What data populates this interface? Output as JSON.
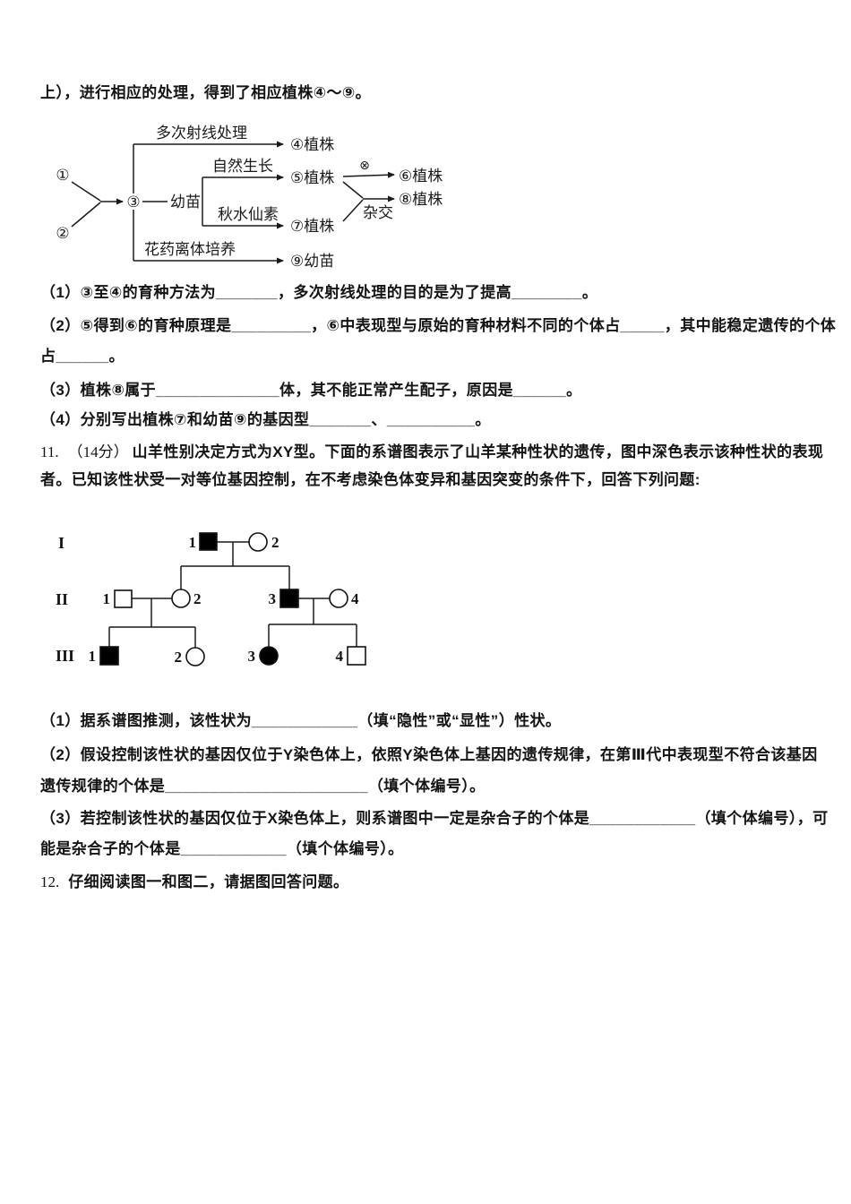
{
  "page": {
    "background": "#ffffff",
    "text_color": "#141414"
  },
  "intro_line": "上），进行相应的处理，得到了相应植株④～⑨。",
  "breeding_diagram": {
    "parents": {
      "p1": "①",
      "p2": "②",
      "p3": "③"
    },
    "seedling_label": "幼苗",
    "branch_labels": {
      "ray_treatment": "多次射线处理",
      "natural_growth": "自然生长",
      "colchicine": "秋水仙素",
      "anther_culture": "花药离体培养",
      "self_pollination_symbol": "⊗",
      "hybridize": "杂交"
    },
    "products": {
      "p4": "④植株",
      "p5": "⑤植株",
      "p6": "⑥植株",
      "p7": "⑦植株",
      "p8": "⑧植株",
      "p9": "⑨幼苗"
    }
  },
  "q10": {
    "part1": "（1）③至④的育种方法为_______，多次射线处理的目的是为了提高________。",
    "part2_line1": "（2）⑤得到⑥的育种原理是_________，⑥中表现型与原始的育种材料不同的个体占_____，其中能稳定遗传的个体",
    "part2_line2": "占______。",
    "part3": "（3）植株⑧属于______________体，其不能正常产生配子，原因是______。",
    "part4": "（4）分别写出植株⑦和幼苗⑨的基因型_______、__________。"
  },
  "q11": {
    "number": "11.",
    "points": "（14分）",
    "stem_line1": "山羊性别决定方式为XY型。下面的系谱图表示了山羊某种性状的遗传，图中深色表示该种性状的表现",
    "stem_line2": "者。已知该性状受一对等位基因控制，在不考虑染色体变异和基因突变的条件下，回答下列问题:",
    "part1": "（1）据系谱图推测，该性状为____________（填“隐性”或“显性”）性状。",
    "part2_line1": "（2）假设控制该性状的基因仅位于Y染色体上，依照Y染色体上基因的遗传规律，在第Ⅲ代中表现型不符合该基因",
    "part2_line2": "遗传规律的个体是_______________________（填个体编号）。",
    "part3_line1": "（3）若控制该性状的基因仅位于X染色体上，则系谱图中一定是杂合子的个体是____________（填个体编号），可",
    "part3_line2": "能是杂合子的个体是____________（填个体编号）。"
  },
  "pedigree": {
    "generation_labels": [
      "I",
      "II",
      "III"
    ],
    "affected_fill": "#000000",
    "unaffected_fill": "#ffffff",
    "individuals": [
      {
        "id": "I-1",
        "label": "1",
        "sex": "male",
        "affected": true,
        "fill": "#000000"
      },
      {
        "id": "I-2",
        "label": "2",
        "sex": "female",
        "affected": false,
        "fill": "#ffffff"
      },
      {
        "id": "II-1",
        "label": "1",
        "sex": "male",
        "affected": false,
        "fill": "#ffffff"
      },
      {
        "id": "II-2",
        "label": "2",
        "sex": "female",
        "affected": false,
        "fill": "#ffffff"
      },
      {
        "id": "II-3",
        "label": "3",
        "sex": "male",
        "affected": true,
        "fill": "#000000"
      },
      {
        "id": "II-4",
        "label": "4",
        "sex": "female",
        "affected": false,
        "fill": "#ffffff"
      },
      {
        "id": "III-1",
        "label": "1",
        "sex": "male",
        "affected": true,
        "fill": "#000000"
      },
      {
        "id": "III-2",
        "label": "2",
        "sex": "female",
        "affected": false,
        "fill": "#ffffff"
      },
      {
        "id": "III-3",
        "label": "3",
        "sex": "female",
        "affected": true,
        "fill": "#000000"
      },
      {
        "id": "III-4",
        "label": "4",
        "sex": "male",
        "affected": false,
        "fill": "#ffffff"
      }
    ]
  },
  "q12": {
    "number": "12.",
    "text": "仔细阅读图一和图二，请据图回答问题。"
  }
}
